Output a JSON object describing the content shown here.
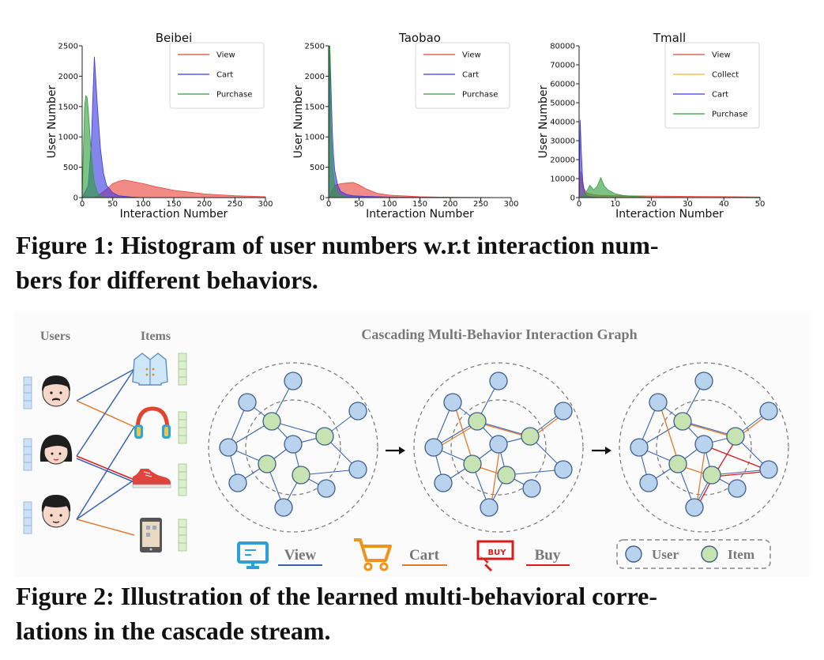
{
  "figure1": {
    "caption_line1": "Figure 1: Histogram of user numbers w.r.t interaction num-",
    "caption_line2": "bers for different behaviors."
  },
  "figure2": {
    "caption_line1": "Figure 2: Illustration of the learned multi-behavioral corre-",
    "caption_line2": "lations in the cascade stream.",
    "col_users": "Users",
    "col_items": "Items",
    "graph_title": "Cascading Multi-Behavior Interaction Graph",
    "legend": {
      "view": "View",
      "cart": "Cart",
      "buy": "Buy",
      "buy_icon_text": "BUY",
      "user": "User",
      "item": "Item"
    },
    "colors": {
      "view": "#3a64b0",
      "cart": "#e07a2c",
      "buy": "#d81c1c",
      "user_node": "#b9d3ee",
      "item_node": "#c7e3b2"
    }
  },
  "chart_data": [
    {
      "type": "area",
      "title": "Beibei",
      "xlabel": "Interaction Number",
      "ylabel": "User Number",
      "xlim": [
        0,
        300
      ],
      "ylim": [
        0,
        2500
      ],
      "xticks": [
        0,
        50,
        100,
        150,
        200,
        250,
        300
      ],
      "yticks": [
        0,
        500,
        1000,
        1500,
        2000,
        2500
      ],
      "legend_position": "top-right",
      "series": [
        {
          "name": "View",
          "color": "#e8433b",
          "x": [
            0,
            20,
            30,
            40,
            50,
            60,
            70,
            80,
            100,
            120,
            150,
            200,
            250,
            300
          ],
          "values": [
            0,
            0,
            60,
            140,
            230,
            270,
            290,
            270,
            230,
            180,
            120,
            60,
            30,
            15
          ]
        },
        {
          "name": "Cart",
          "color": "#3a3adf",
          "x": [
            0,
            10,
            15,
            18,
            20,
            22,
            25,
            30,
            35,
            40,
            50,
            60,
            80,
            100
          ],
          "values": [
            0,
            200,
            900,
            1800,
            2320,
            2000,
            1500,
            800,
            400,
            200,
            80,
            30,
            10,
            0
          ]
        },
        {
          "name": "Purchase",
          "color": "#2e9e3a",
          "x": [
            0,
            2,
            4,
            6,
            8,
            10,
            12,
            14,
            16,
            18,
            20,
            25,
            30,
            40
          ],
          "values": [
            0,
            800,
            1500,
            1680,
            1650,
            1450,
            1150,
            850,
            600,
            400,
            250,
            80,
            20,
            0
          ]
        }
      ]
    },
    {
      "type": "area",
      "title": "Taobao",
      "xlabel": "Interaction Number",
      "ylabel": "User Number",
      "xlim": [
        0,
        300
      ],
      "ylim": [
        0,
        2500
      ],
      "xticks": [
        0,
        50,
        100,
        150,
        200,
        250,
        300
      ],
      "yticks": [
        0,
        500,
        1000,
        1500,
        2000,
        2500
      ],
      "legend_position": "top-right",
      "series": [
        {
          "name": "View",
          "color": "#e8433b",
          "x": [
            0,
            5,
            10,
            20,
            30,
            40,
            50,
            60,
            80,
            100,
            150,
            200,
            250,
            300
          ],
          "values": [
            0,
            100,
            200,
            230,
            240,
            250,
            210,
            150,
            70,
            40,
            15,
            5,
            2,
            0
          ]
        },
        {
          "name": "Cart",
          "color": "#3a3adf",
          "x": [
            0,
            2,
            4,
            6,
            8,
            10,
            15,
            20,
            30,
            40,
            60,
            100,
            150,
            300
          ],
          "values": [
            0,
            2500,
            1800,
            1100,
            700,
            450,
            200,
            100,
            50,
            30,
            20,
            10,
            5,
            0
          ]
        },
        {
          "name": "Purchase",
          "color": "#2e9e3a",
          "x": [
            0,
            1,
            2,
            3,
            4,
            6,
            8,
            10,
            15,
            20,
            30,
            300
          ],
          "values": [
            0,
            2500,
            2500,
            1800,
            1100,
            600,
            350,
            200,
            80,
            30,
            10,
            0
          ]
        }
      ]
    },
    {
      "type": "area",
      "title": "Tmall",
      "xlabel": "Interaction Number",
      "ylabel": "User Number",
      "xlim": [
        0,
        50
      ],
      "ylim": [
        0,
        80000
      ],
      "xticks": [
        0,
        10,
        20,
        30,
        40,
        50
      ],
      "yticks": [
        0,
        10000,
        20000,
        30000,
        40000,
        50000,
        60000,
        70000,
        80000
      ],
      "legend_position": "top-right",
      "series": [
        {
          "name": "View",
          "color": "#e8433b",
          "x": [
            0,
            0.5,
            1,
            2,
            4,
            6,
            10,
            20,
            30,
            40,
            50
          ],
          "values": [
            0,
            14000,
            6000,
            2500,
            1500,
            1200,
            1000,
            800,
            600,
            500,
            300
          ]
        },
        {
          "name": "Collect",
          "color": "#f0b03a",
          "x": [
            0,
            0.5,
            1,
            2,
            3,
            5,
            10,
            50
          ],
          "values": [
            0,
            9000,
            3000,
            1000,
            400,
            150,
            50,
            0
          ]
        },
        {
          "name": "Cart",
          "color": "#3a3adf",
          "x": [
            0,
            0.3,
            0.6,
            1,
            1.5,
            2,
            3,
            5,
            10,
            50
          ],
          "values": [
            0,
            41000,
            25000,
            9000,
            3000,
            1200,
            400,
            100,
            20,
            0
          ]
        },
        {
          "name": "Purchase",
          "color": "#2e9e3a",
          "x": [
            0,
            1,
            2,
            3,
            4,
            5,
            6,
            7,
            8,
            9,
            10,
            12,
            14,
            16,
            20,
            30,
            50
          ],
          "values": [
            0,
            500,
            3000,
            6500,
            4000,
            6000,
            10500,
            6000,
            4000,
            3000,
            2000,
            1200,
            800,
            500,
            200,
            50,
            0
          ]
        }
      ]
    }
  ]
}
